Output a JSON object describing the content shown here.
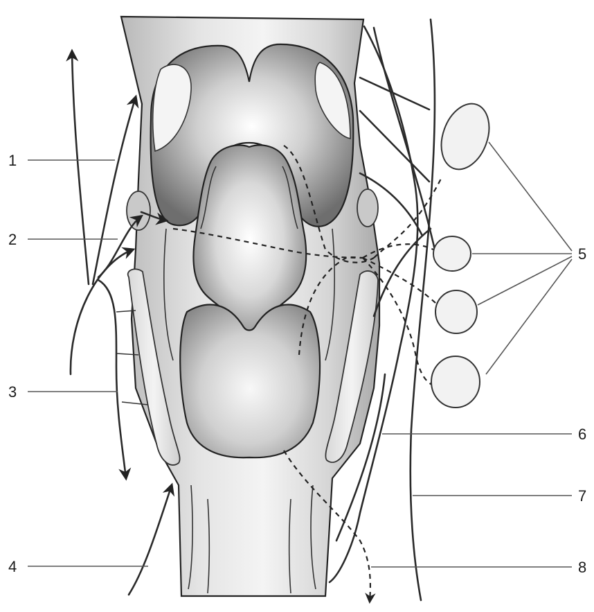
{
  "labels": {
    "l1": "1",
    "l2": "2",
    "l3": "3",
    "l4": "4",
    "l5": "5",
    "l6": "6",
    "l7": "7",
    "l8": "8"
  },
  "colors": {
    "tissue_light": "#e6e6e6",
    "tissue_mid": "#bdbdbd",
    "tissue_dark": "#7a7a7a",
    "outline": "#222222",
    "node_fill": "#f2f2f2"
  }
}
